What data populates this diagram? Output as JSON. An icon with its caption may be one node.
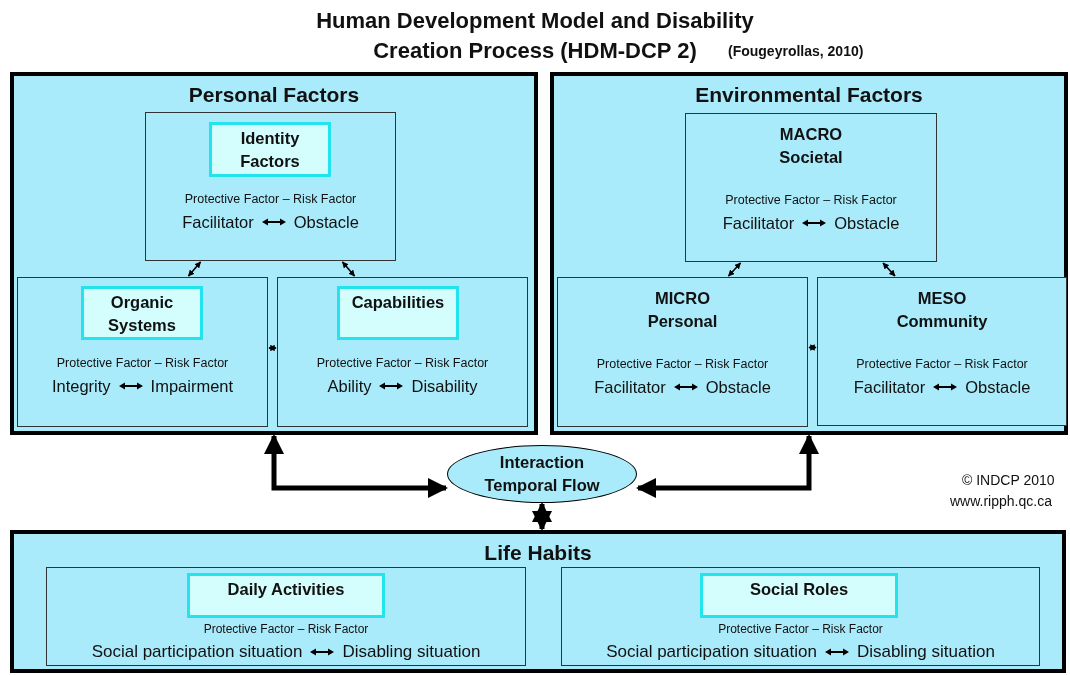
{
  "diagram": {
    "title": "Human Development Model and Disability Creation Process (HDM-DCP 2)",
    "nodes": [
      {
        "text": [
          "Personal Factors"
        ]
      },
      {
        "text": [
          "Protective Factor – Risk Factor",
          "Facilitator",
          "Obstacle"
        ],
        "in": 0
      },
      {
        "text": [
          "Identity Factors"
        ],
        "in": 1
      },
      {
        "text": [
          "Protective Factor – Risk Factor",
          "Integrity",
          "Impairment"
        ],
        "in": 0
      },
      {
        "text": [
          "Organic Systems"
        ],
        "in": 3
      },
      {
        "text": [
          "Protective Factor – Risk Factor",
          "Ability",
          "Disability"
        ],
        "in": 0
      },
      {
        "text": [
          "Capabilities"
        ],
        "in": 5
      },
      {
        "text": [
          "Environmental Factors"
        ]
      },
      {
        "text": [
          "MACRO Societal",
          "Protective Factor – Risk Factor",
          "Facilitator",
          "Obstacle"
        ],
        "in": 7
      },
      {
        "text": [
          "MICRO Personal",
          "Protective Factor – Risk Factor",
          "Facilitator",
          "Obstacle"
        ],
        "in": 7
      },
      {
        "text": [
          "MESO Community",
          "Protective Factor – Risk Factor",
          "Facilitator",
          "Obstacle"
        ],
        "in": 7
      },
      {
        "text": [
          "Interaction Temporal Flow"
        ]
      },
      {
        "text": [
          "Life Habits"
        ]
      },
      {
        "text": [
          "Protective Factor – Risk Factor",
          "Social participation situation",
          "Disabling situation"
        ],
        "in": 12
      },
      {
        "text": [
          "Daily Activities"
        ],
        "in": 13
      },
      {
        "text": [
          "Protective Factor – Risk Factor",
          "Social participation situation",
          "Disabling situation"
        ],
        "in": 12
      },
      {
        "text": [
          "Social Roles"
        ],
        "in": 15
      }
    ],
    "edges": [
      {
        "from": 1,
        "to": 3,
        "arrow": "both"
      },
      {
        "from": 1,
        "to": 5,
        "arrow": "both"
      },
      {
        "from": 3,
        "to": 5,
        "arrow": "both"
      },
      {
        "from": 8,
        "to": 9,
        "arrow": "both"
      },
      {
        "from": 8,
        "to": 10,
        "arrow": "both"
      },
      {
        "from": 9,
        "to": 10,
        "arrow": "both"
      },
      {
        "from": 11,
        "to": 0,
        "arrow": "both",
        "style": "thick"
      },
      {
        "from": 11,
        "to": 7,
        "arrow": "both",
        "style": "thick"
      },
      {
        "from": 11,
        "to": 12,
        "arrow": "both",
        "style": "thick"
      }
    ],
    "labels": [
      "(Fougeyrollas, 2010)",
      "© INDCP 2010",
      "www.ripph.qc.ca"
    ]
  }
}
